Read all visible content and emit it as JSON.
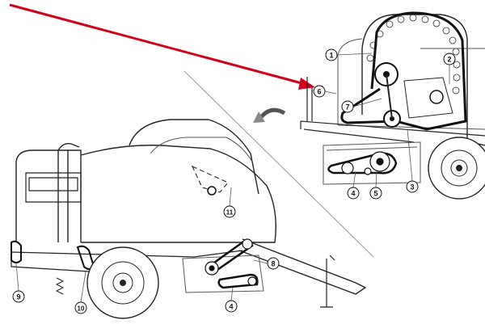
{
  "colors": {
    "pointer_arrow": "#d0021b",
    "line": "#222222",
    "belt": "#111111",
    "background": "#ffffff"
  },
  "icons": {
    "rotate_arrow": "curved-arrow-icon"
  },
  "callouts": [
    {
      "label": "1"
    },
    {
      "label": "2"
    },
    {
      "label": "3"
    },
    {
      "label": "4"
    },
    {
      "label": "5"
    },
    {
      "label": "6"
    },
    {
      "label": "7"
    },
    {
      "label": "4"
    },
    {
      "label": "8"
    },
    {
      "label": "9"
    },
    {
      "label": "10"
    },
    {
      "label": "11"
    }
  ]
}
